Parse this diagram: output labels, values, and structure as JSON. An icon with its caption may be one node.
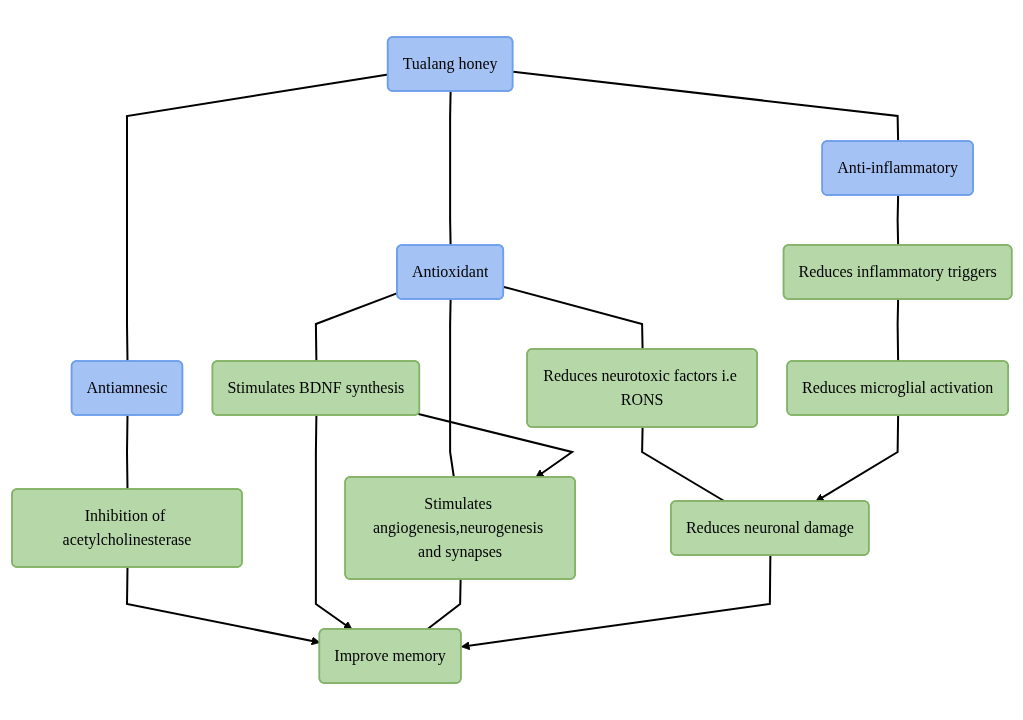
{
  "diagram": {
    "nodes": [
      {
        "text": [
          "Tualang honey"
        ]
      },
      {
        "text": [
          "Antiamnesic"
        ]
      },
      {
        "text": [
          "Antioxidant"
        ]
      },
      {
        "text": [
          "Anti-inflammatory"
        ]
      },
      {
        "text": [
          "Inhibition of acetylcholinesterase"
        ]
      },
      {
        "text": [
          "Stimulates BDNF synthesis"
        ]
      },
      {
        "text": [
          "Stimulates angiogenesis,neurogenesis and synapses"
        ]
      },
      {
        "text": [
          "Reduces neurotoxic factors i.e RONS"
        ]
      },
      {
        "text": [
          "Reduces inflammatory triggers"
        ]
      },
      {
        "text": [
          "Improve memory"
        ]
      },
      {
        "text": [
          "Reduces neuronal damage"
        ]
      },
      {
        "text": [
          "Reduces microglial activation"
        ]
      }
    ],
    "edges": [
      {
        "from": 0,
        "to": 1,
        "arrow": "none"
      },
      {
        "from": 0,
        "to": 2,
        "arrow": "none"
      },
      {
        "from": 0,
        "to": 3,
        "arrow": "none"
      },
      {
        "from": 1,
        "to": 4,
        "arrow": "none"
      },
      {
        "from": 2,
        "to": 5,
        "arrow": "none"
      },
      {
        "from": 2,
        "to": 6,
        "arrow": "none"
      },
      {
        "from": 2,
        "to": 7,
        "arrow": "none"
      },
      {
        "from": 3,
        "to": 8,
        "arrow": "none"
      },
      {
        "from": 5,
        "to": 6,
        "arrow": "to"
      },
      {
        "from": 4,
        "to": 9,
        "arrow": "to"
      },
      {
        "from": 5,
        "to": 9,
        "arrow": "to"
      },
      {
        "from": 6,
        "to": 9,
        "arrow": "none"
      },
      {
        "from": 7,
        "to": 10,
        "arrow": "none"
      },
      {
        "from": 8,
        "to": 11,
        "arrow": "none"
      },
      {
        "from": 11,
        "to": 10,
        "arrow": "to"
      },
      {
        "from": 10,
        "to": 9,
        "arrow": "to"
      }
    ]
  }
}
